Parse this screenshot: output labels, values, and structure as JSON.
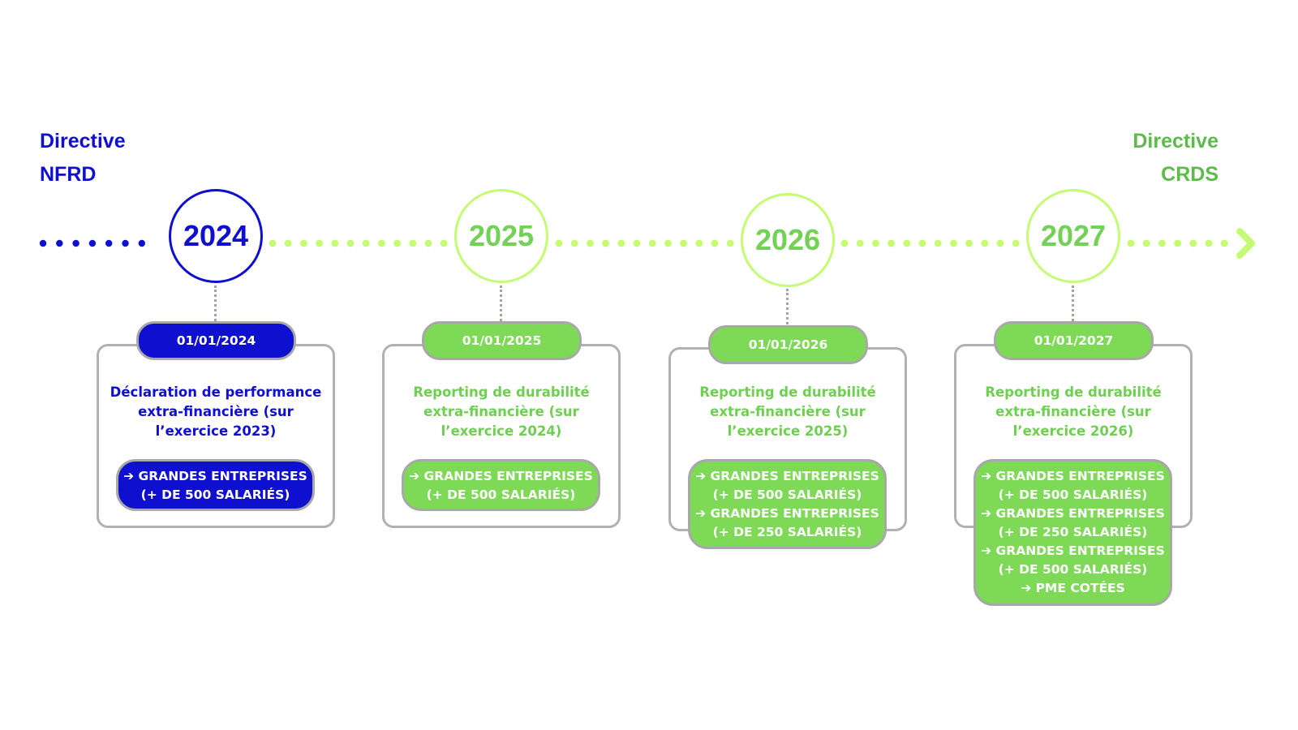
{
  "colors": {
    "blue": "#0f0fd0",
    "green_bright": "#c5fb72",
    "green_fill": "#7ed957",
    "green_text": "#5dbb4a",
    "green_year": "#73d156",
    "gray_border": "#b1b1b1"
  },
  "directives": {
    "left": {
      "line1": "Directive",
      "line2": "NFRD"
    },
    "right": {
      "line1": "Directive",
      "line2": "CRDS"
    }
  },
  "timeline_arrow_icon": "chevron-right-icon",
  "milestones": [
    {
      "year": "2024",
      "date": "01/01/2024",
      "description": [
        "Déclaration de performance",
        "extra-financière (sur",
        "l’exercice 2023)"
      ],
      "scope": [
        "➔ GRANDES ENTREPRISES",
        "(+ DE 500 SALARIÉS)"
      ]
    },
    {
      "year": "2025",
      "date": "01/01/2025",
      "description": [
        "Reporting de durabilité",
        "extra-financière (sur",
        "l’exercice 2024)"
      ],
      "scope": [
        "➔ GRANDES ENTREPRISES",
        "(+ DE 500 SALARIÉS)"
      ]
    },
    {
      "year": "2026",
      "date": "01/01/2026",
      "description": [
        "Reporting de durabilité",
        "extra-financière (sur",
        "l’exercice 2025)"
      ],
      "scope": [
        "➔ GRANDES ENTREPRISES",
        "(+ DE 500 SALARIÉS)",
        "➔ GRANDES ENTREPRISES",
        "(+ DE 250 SALARIÉS)"
      ]
    },
    {
      "year": "2027",
      "date": "01/01/2027",
      "description": [
        "Reporting de durabilité",
        "extra-financière (sur",
        "l’exercice 2026)"
      ],
      "scope": [
        "➔ GRANDES ENTREPRISES",
        "(+ DE 500 SALARIÉS)",
        "➔ GRANDES ENTREPRISES",
        "(+ DE 250 SALARIÉS)",
        "➔ GRANDES ENTREPRISES",
        "(+ DE 500 SALARIÉS)",
        "➔ PME COTÉES"
      ]
    }
  ]
}
